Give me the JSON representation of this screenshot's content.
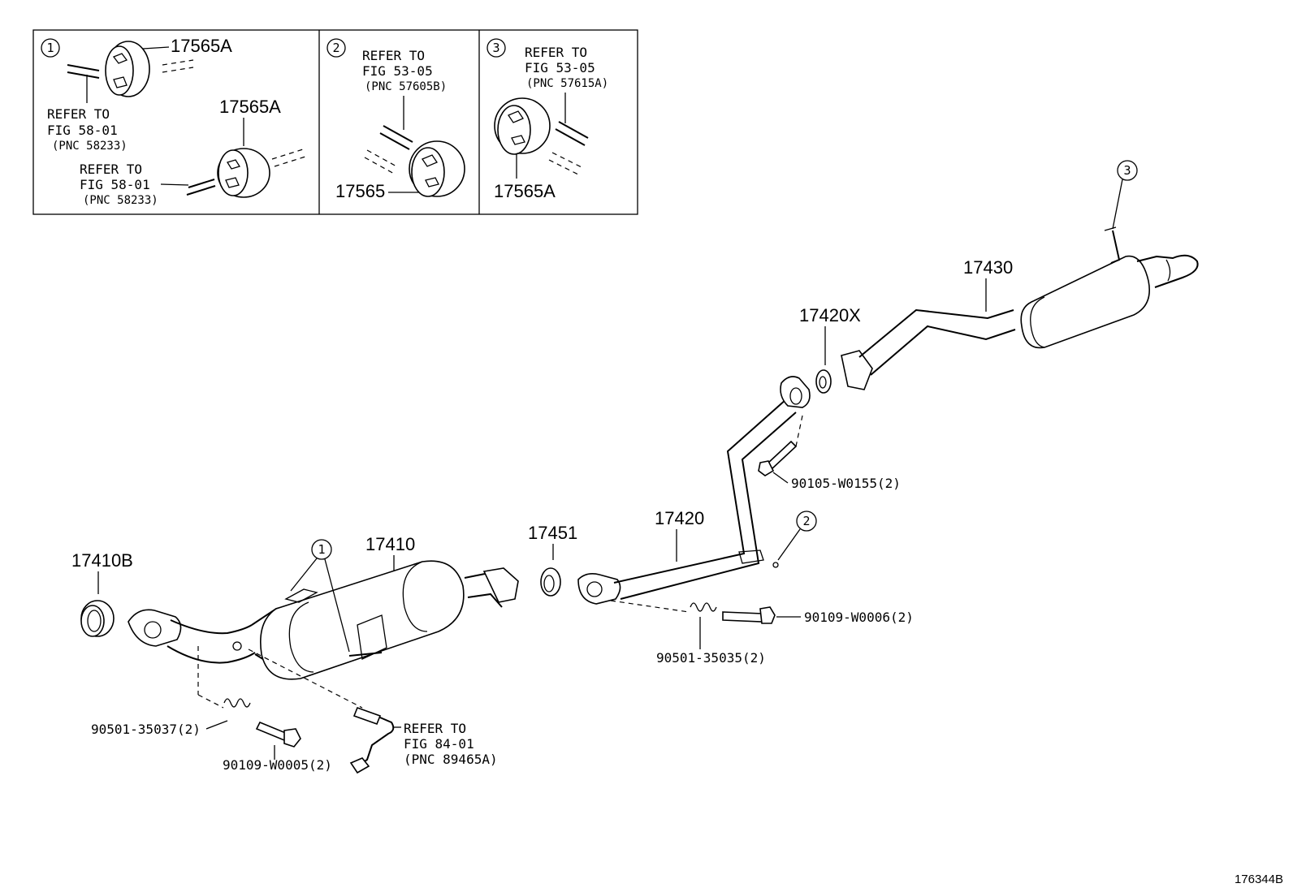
{
  "diagram_code": "176344B",
  "callout_marks": {
    "one": "1",
    "two": "2",
    "three": "3"
  },
  "inset1": {
    "top_label": "17565A",
    "ref_a": [
      "REFER TO",
      "FIG 58-01",
      "(PNC 58233)"
    ],
    "mid_label": "17565A",
    "ref_b": [
      "REFER TO",
      "FIG 58-01",
      "(PNC 58233)"
    ]
  },
  "inset2": {
    "ref": [
      "REFER TO",
      "FIG 53-05",
      "(PNC 57605B)"
    ],
    "part_label": "17565"
  },
  "inset3": {
    "ref": [
      "REFER TO",
      "FIG 53-05",
      "(PNC 57615A)"
    ],
    "part_label": "17565A"
  },
  "parts": {
    "gasket_front": "17410B",
    "front_pipe": "17410",
    "gasket_mid": "17451",
    "center_pipe": "17420",
    "gasket_rear": "17420X",
    "tail_pipe": "17430",
    "bolt_rear": "90105-W0155(2)",
    "spring_center": "90501-35035(2)",
    "bolt_center": "90109-W0006(2)",
    "spring_front": "90501-35037(2)",
    "bolt_front": "90109-W0005(2)",
    "sensor_ref": [
      "REFER TO",
      "FIG 84-01",
      "(PNC 89465A)"
    ]
  }
}
